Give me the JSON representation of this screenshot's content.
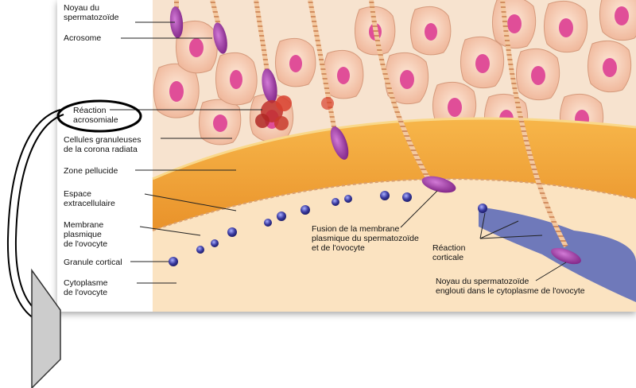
{
  "labels": {
    "noyau_spermatozoide": "Noyau du\nspermatozoïde",
    "acrosome": "Acrosome",
    "reaction_acrosomiale": "Réaction\nacrosomiale",
    "cellules_granuleuses": "Cellules granuleuses\nde la corona radiata",
    "zone_pellucide": "Zone pellucide",
    "espace_extracellulaire": "Espace\nextracellulaire",
    "membrane_plasmique": "Membrane\nplasmique\nde l'ovocyte",
    "granule_cortical": "Granule cortical",
    "cytoplasme": "Cytoplasme\nde l'ovocyte",
    "fusion_membrane": "Fusion de la membrane\nplasmique du spermatozoïde\net de l'ovocyte",
    "reaction_corticale": "Réaction\ncorticale",
    "noyau_englouti": "Noyau du spermatozoïde\nenglouti dans le cytoplasme de l'ovocyte"
  },
  "colors": {
    "corona_bg": "#f7e3cf",
    "cell_fill": "#f6ccb4",
    "nucleus": "#e04e98",
    "zona": "#f2a23a",
    "cytoplasm": "#fbe3c1",
    "granule": "#3a3aa0",
    "sperm_head": "#9a2e9c",
    "cortical_reaction": "#5666b8"
  }
}
